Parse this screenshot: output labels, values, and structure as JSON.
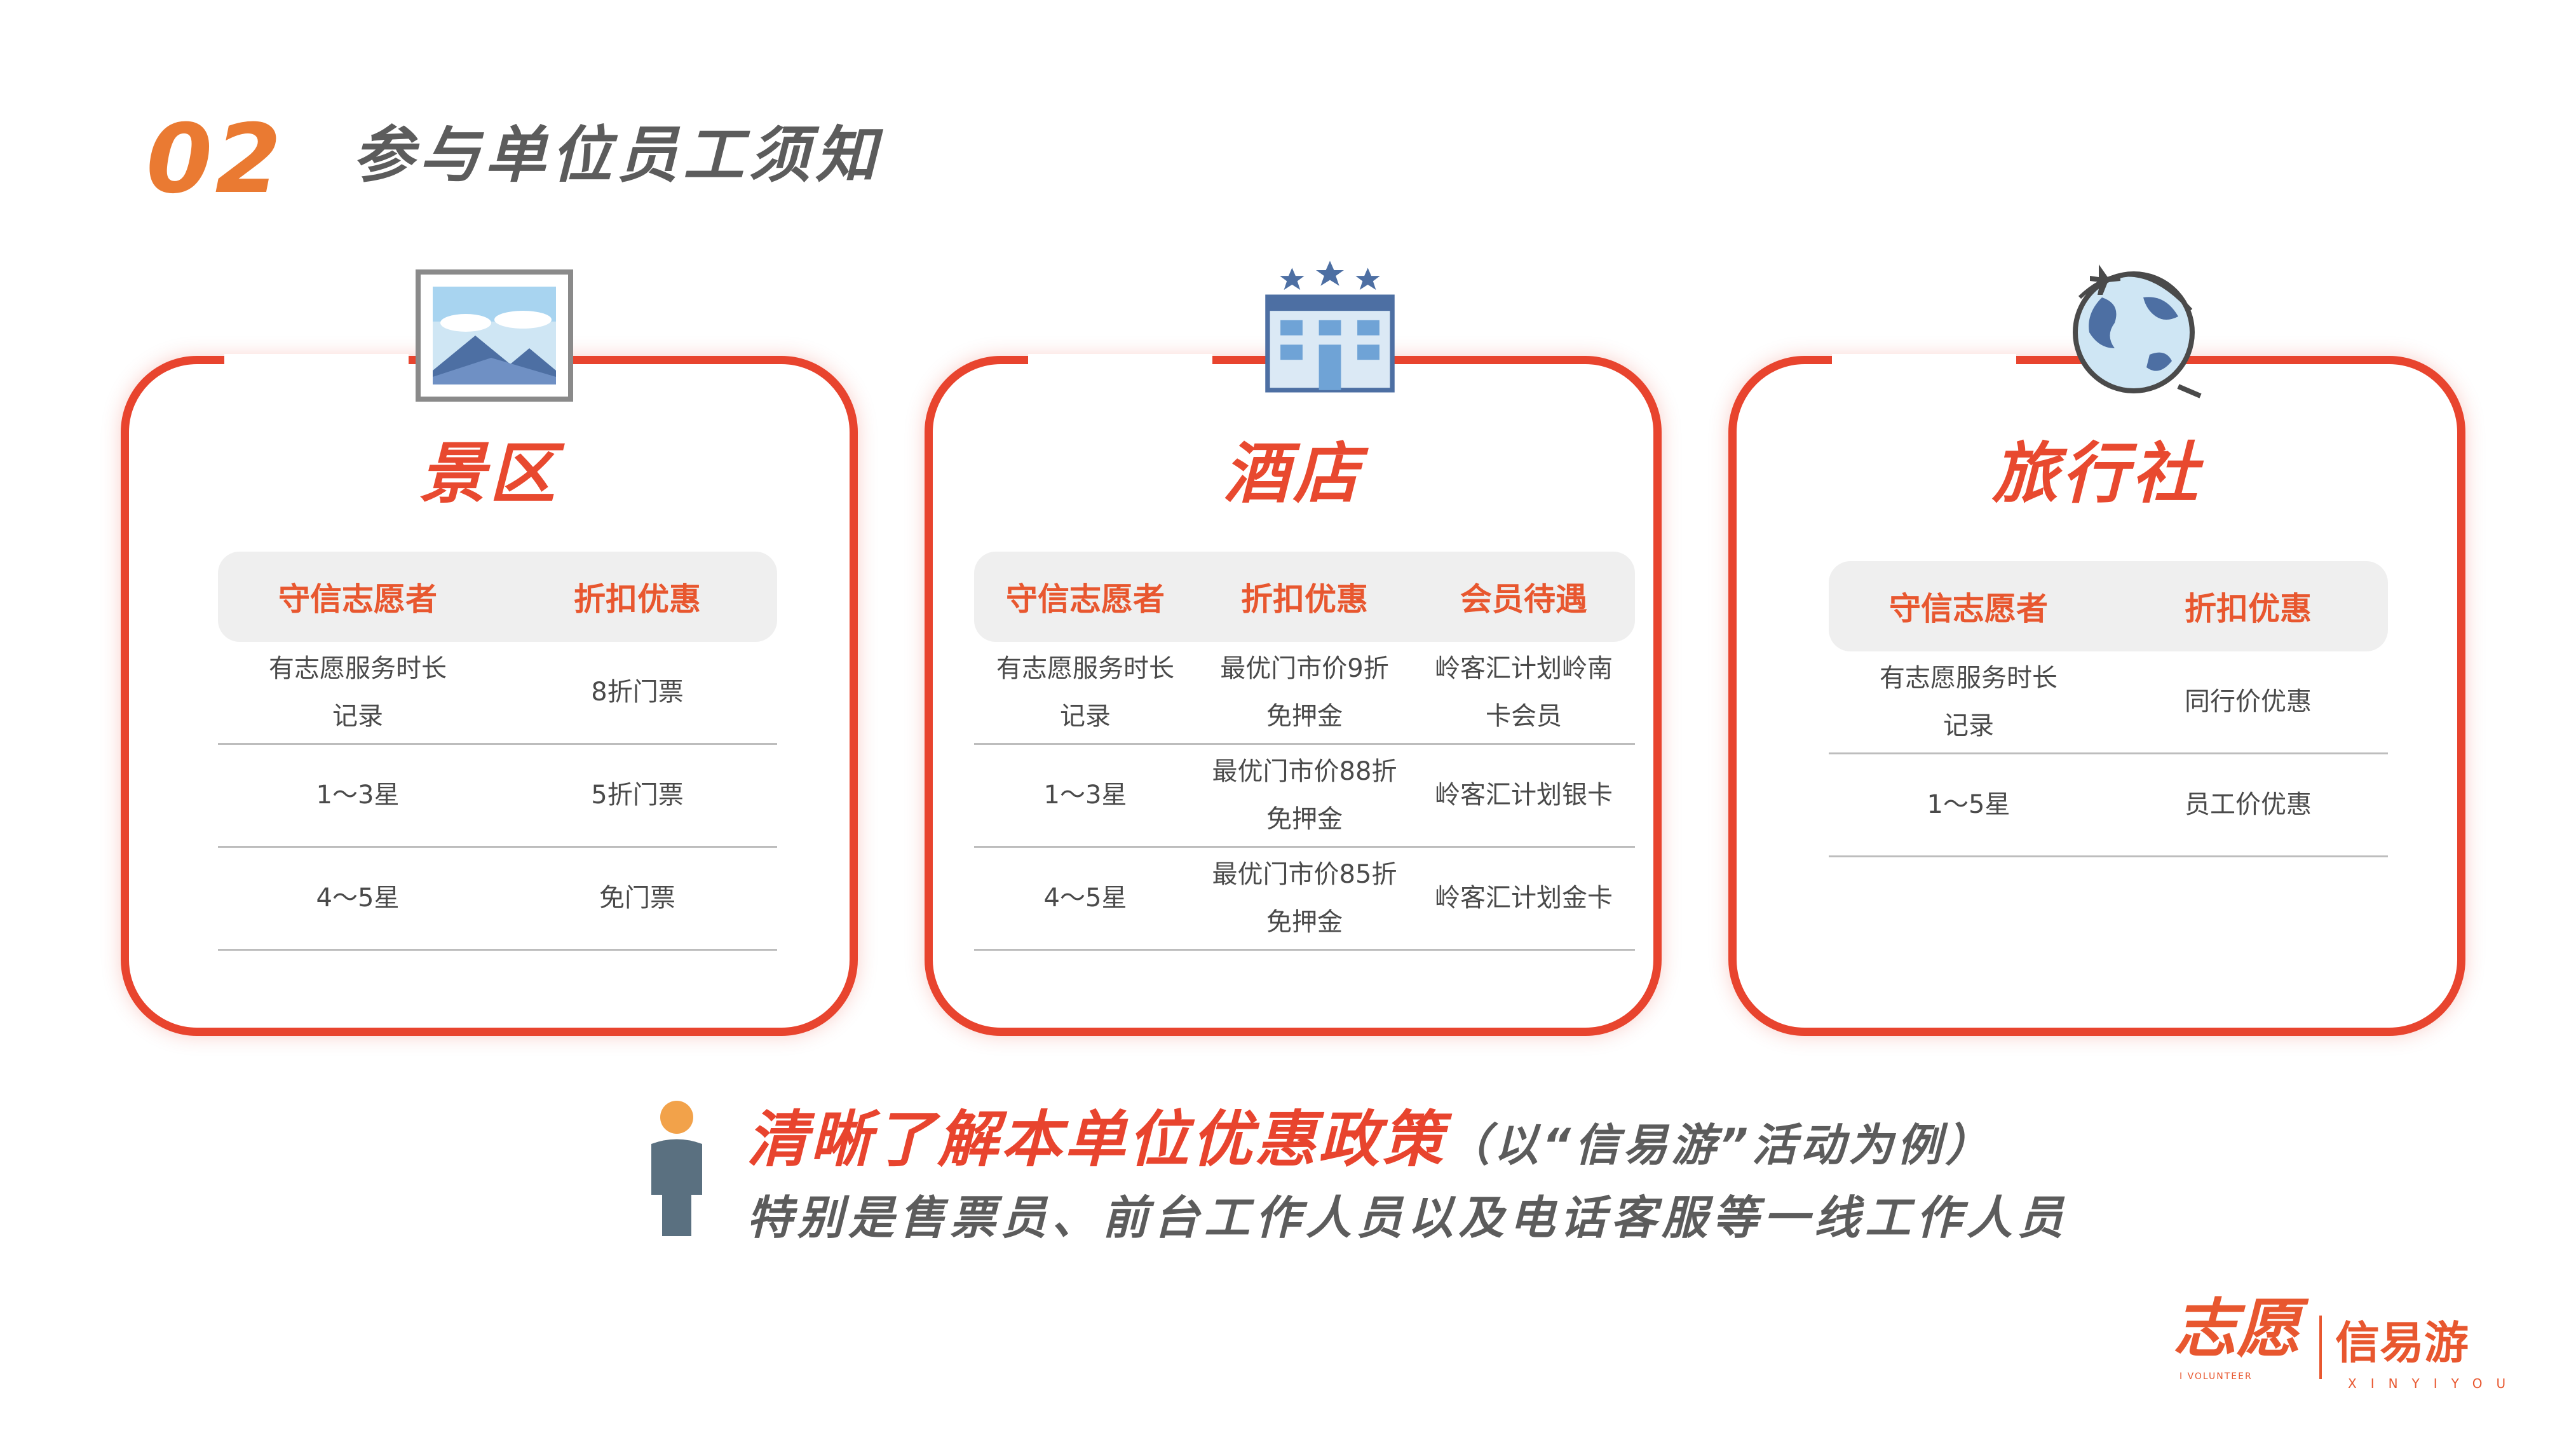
{
  "header": {
    "section_number": "02",
    "section_title": "参与单位员工须知"
  },
  "cards": {
    "scenic": {
      "title": "景区",
      "icon": "landscape-picture-icon",
      "headers": [
        "守信志愿者",
        "折扣优惠"
      ],
      "rows": [
        [
          "有志愿服务时长\n记录",
          "8折门票"
        ],
        [
          "1～3星",
          "5折门票"
        ],
        [
          "4～5星",
          "免门票"
        ]
      ]
    },
    "hotel": {
      "title": "酒店",
      "icon": "hotel-building-icon",
      "headers": [
        "守信志愿者",
        "折扣优惠",
        "会员待遇"
      ],
      "rows": [
        [
          "有志愿服务时长\n记录",
          "最优门市价9折\n免押金",
          "岭客汇计划岭南\n卡会员"
        ],
        [
          "1～3星",
          "最优门市价88折\n免押金",
          "岭客汇计划银卡"
        ],
        [
          "4～5星",
          "最优门市价85折\n免押金",
          "岭客汇计划金卡"
        ]
      ]
    },
    "travel": {
      "title": "旅行社",
      "icon": "globe-plane-icon",
      "headers": [
        "守信志愿者",
        "折扣优惠"
      ],
      "rows": [
        [
          "有志愿服务时长\n记录",
          "同行价优惠"
        ],
        [
          "1～5星",
          "员工价优惠"
        ]
      ]
    }
  },
  "bottom": {
    "highlight": "清晰了解本单位优惠政策",
    "note": "（以“信易游”活动为例）",
    "line2": "特别是售票员、前台工作人员以及电话客服等一线工作人员"
  },
  "logo": {
    "volunteer_mark": "志愿",
    "volunteer_en": "I VOLUNTEER",
    "brand_name": "信易游",
    "brand_pinyin": "XINYIYOU"
  },
  "colors": {
    "accent_orange": "#ea7a32",
    "card_border_red": "#e8442e",
    "header_text": "#e8572f",
    "table_header_bg": "#efefef"
  }
}
